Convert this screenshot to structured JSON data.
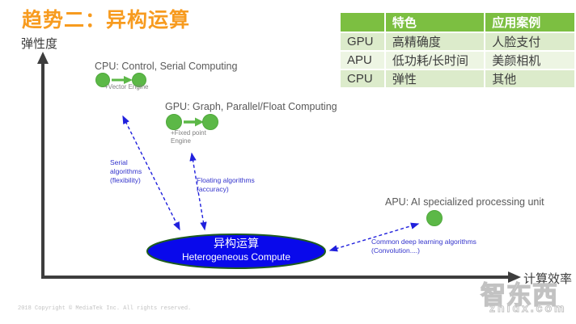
{
  "slide": {
    "title": "趋势二：异构运算",
    "copyright": "2018 Copyright © MediaTek Inc. All rights reserved."
  },
  "table": {
    "headers": [
      "",
      "特色",
      "应用案例"
    ],
    "rows": [
      {
        "name": "GPU",
        "feature": "高精确度",
        "case": "人脸支付"
      },
      {
        "name": "APU",
        "feature": "低功耗/长时间",
        "case": "美颜相机"
      },
      {
        "name": "CPU",
        "feature": "弹性",
        "case": "其他"
      }
    ]
  },
  "chart": {
    "y_axis_label": "弹性度",
    "x_axis_label": "计算效率",
    "nodes": [
      {
        "id": "cpu",
        "label": "CPU: Control, Serial Computing",
        "sublabel": "+Vector Engine",
        "dots": 2
      },
      {
        "id": "gpu",
        "label": "GPU: Graph, Parallel/Float Computing",
        "sublabel": "+Fixed point Engine",
        "dots": 2
      },
      {
        "id": "apu",
        "label": "APU: AI specialized processing unit",
        "sublabel": "",
        "dots": 1
      }
    ],
    "center_ellipse": {
      "label_zh": "异构运算",
      "label_en": "Heterogeneous Compute"
    },
    "arrow_notes": [
      {
        "label": "Serial algorithms (flexibility)"
      },
      {
        "label": "Floating algorithms (accuracy)"
      },
      {
        "label": "Common deep learning algorithms (Convolution....)"
      }
    ]
  },
  "watermark": {
    "logo": "智东西",
    "url": "zhidx.com"
  },
  "colors": {
    "title_orange": "#F79B1F",
    "node_green": "#5CB847",
    "table_header_green": "#7CBF41",
    "table_row_green": "#DCEBCB",
    "table_row_light": "#EDF5E3",
    "ellipse_blue": "#0909EB",
    "arrow_blue": "#2020DD",
    "axis_dark": "#3d3d3d"
  }
}
